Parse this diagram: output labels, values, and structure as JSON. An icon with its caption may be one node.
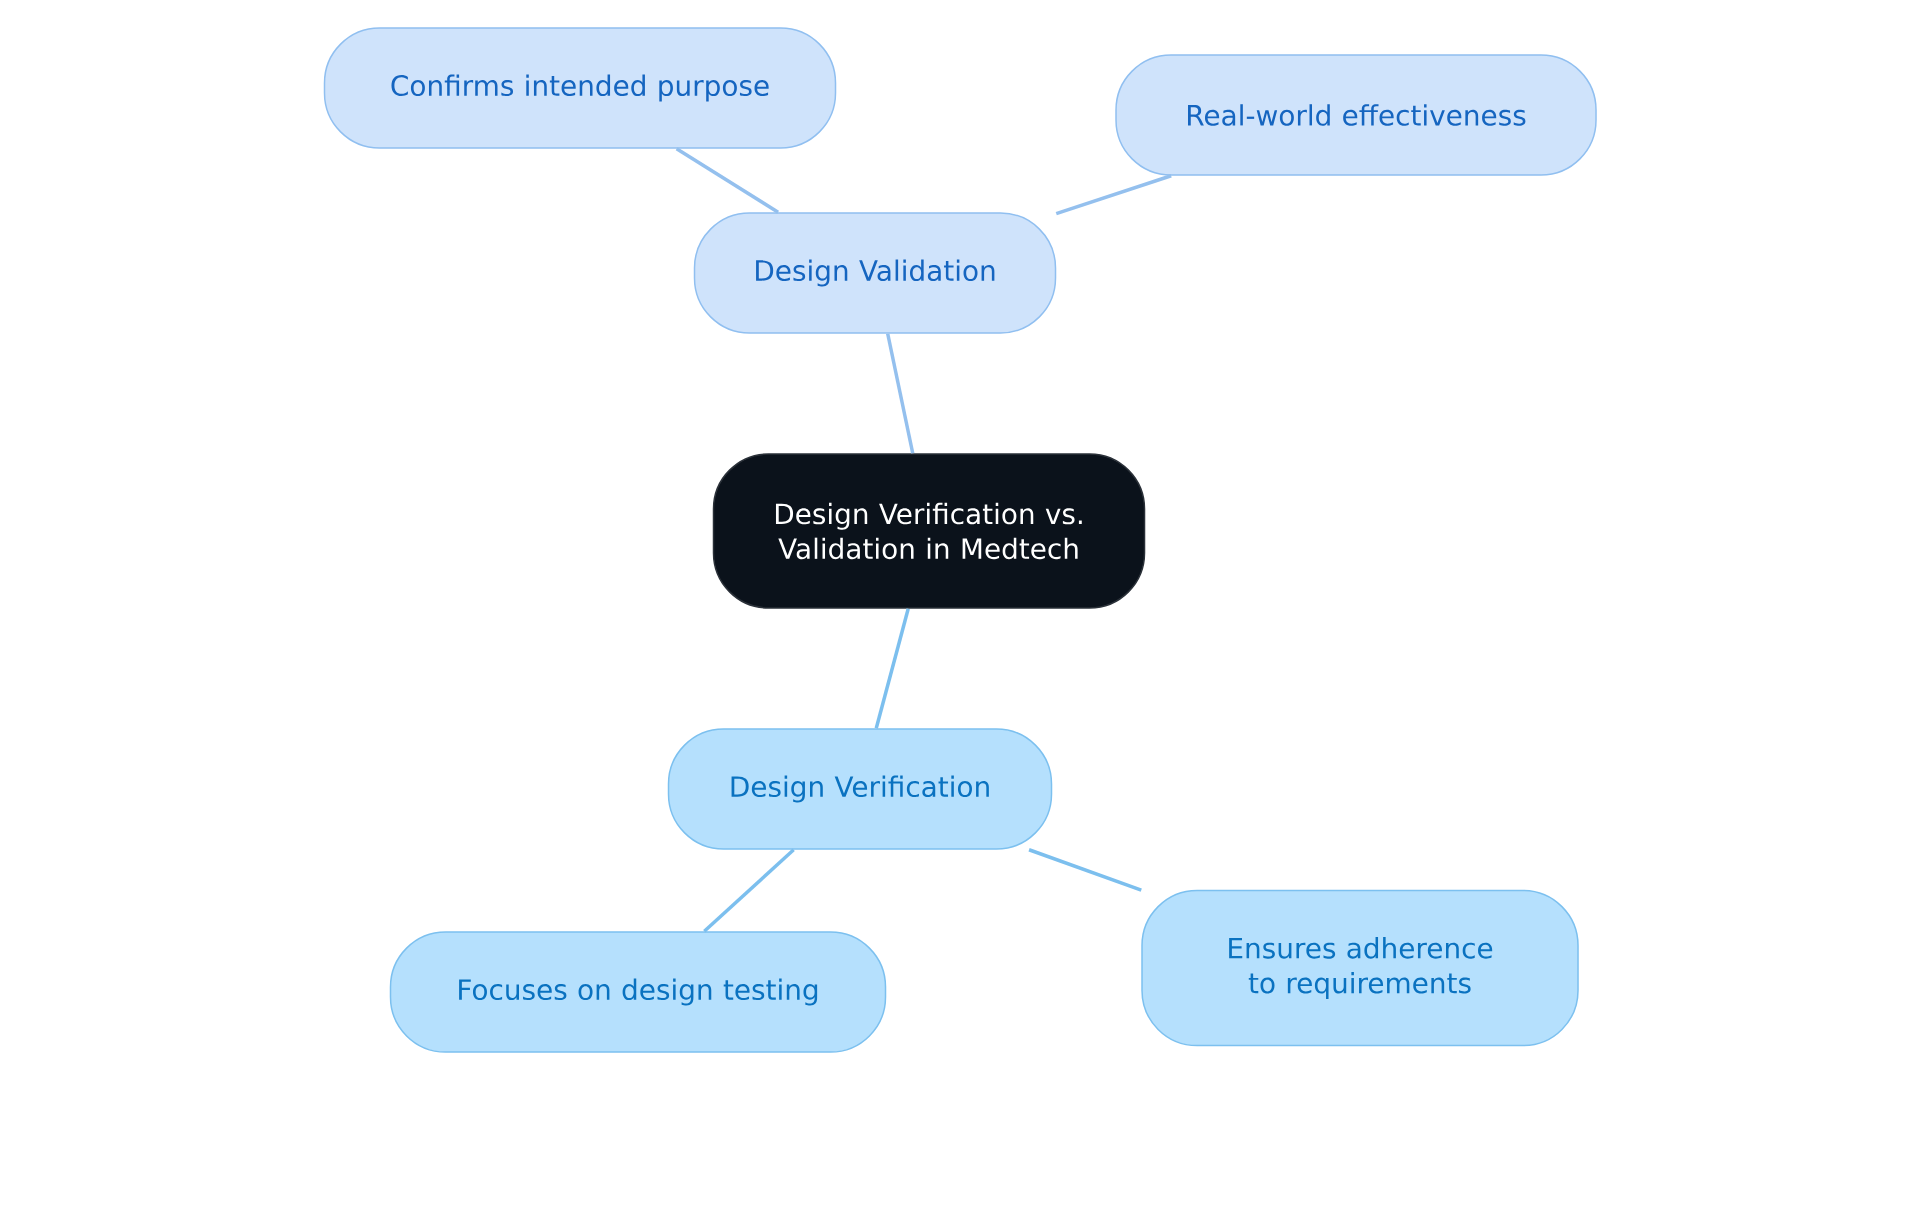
{
  "diagram": {
    "nodes": [
      {
        "text": [
          "Design Verification vs. Validation in Medtech"
        ]
      },
      {
        "text": [
          "Design Validation"
        ]
      },
      {
        "text": [
          "Confirms intended purpose"
        ]
      },
      {
        "text": [
          "Real-world effectiveness"
        ]
      },
      {
        "text": [
          "Design Verification"
        ]
      },
      {
        "text": [
          "Focuses on design testing"
        ]
      },
      {
        "text": [
          "Ensures adherence to requirements"
        ]
      }
    ],
    "edges": [
      {
        "from": 0,
        "to": 1,
        "arrow": "none",
        "color": "#94c0ee"
      },
      {
        "from": 1,
        "to": 2,
        "arrow": "none",
        "color": "#94c0ee"
      },
      {
        "from": 1,
        "to": 3,
        "arrow": "none",
        "color": "#94c0ee"
      },
      {
        "from": 0,
        "to": 4,
        "arrow": "none",
        "color": "#7cbfee"
      },
      {
        "from": 4,
        "to": 5,
        "arrow": "none",
        "color": "#7cbfee"
      },
      {
        "from": 4,
        "to": 6,
        "arrow": "none",
        "color": "#7cbfee"
      }
    ]
  }
}
